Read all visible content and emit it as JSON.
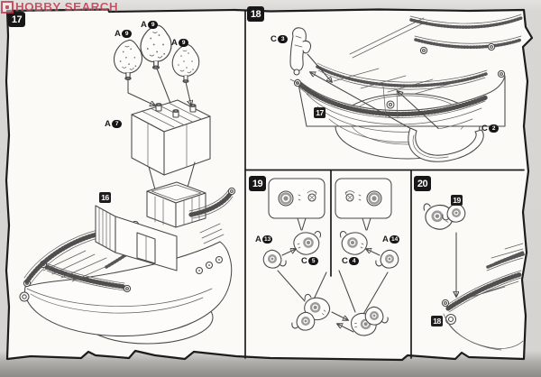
{
  "watermark": {
    "text": "HOBBY SEARCH",
    "color": "#c43b50"
  },
  "steps": {
    "step17": {
      "label": "17",
      "ref_previous": "16",
      "tree1": {
        "letter": "A",
        "num": "9"
      },
      "tree2": {
        "letter": "A",
        "num": "9"
      },
      "tree3": {
        "letter": "A",
        "num": "9"
      },
      "planter": {
        "letter": "A",
        "num": "7"
      }
    },
    "step18": {
      "label": "18",
      "ref_previous": "17",
      "anchor_part": {
        "letter": "C",
        "num": "3"
      },
      "ram_support_part": {
        "letter": "C",
        "num": "2"
      }
    },
    "step19": {
      "label": "19",
      "left_horn": {
        "letter": "A",
        "num": "13"
      },
      "left_head": {
        "letter": "C",
        "num": "5"
      },
      "right_horn": {
        "letter": "A",
        "num": "14"
      },
      "right_head": {
        "letter": "C",
        "num": "4"
      }
    },
    "step20": {
      "label": "20",
      "ref_assembly": "19",
      "ref_hull": "18"
    }
  },
  "colors": {
    "paper": "#fbfaf6",
    "ink": "#1c1c1c",
    "line_art": "#474747",
    "watermark_red": "#c43b50"
  }
}
